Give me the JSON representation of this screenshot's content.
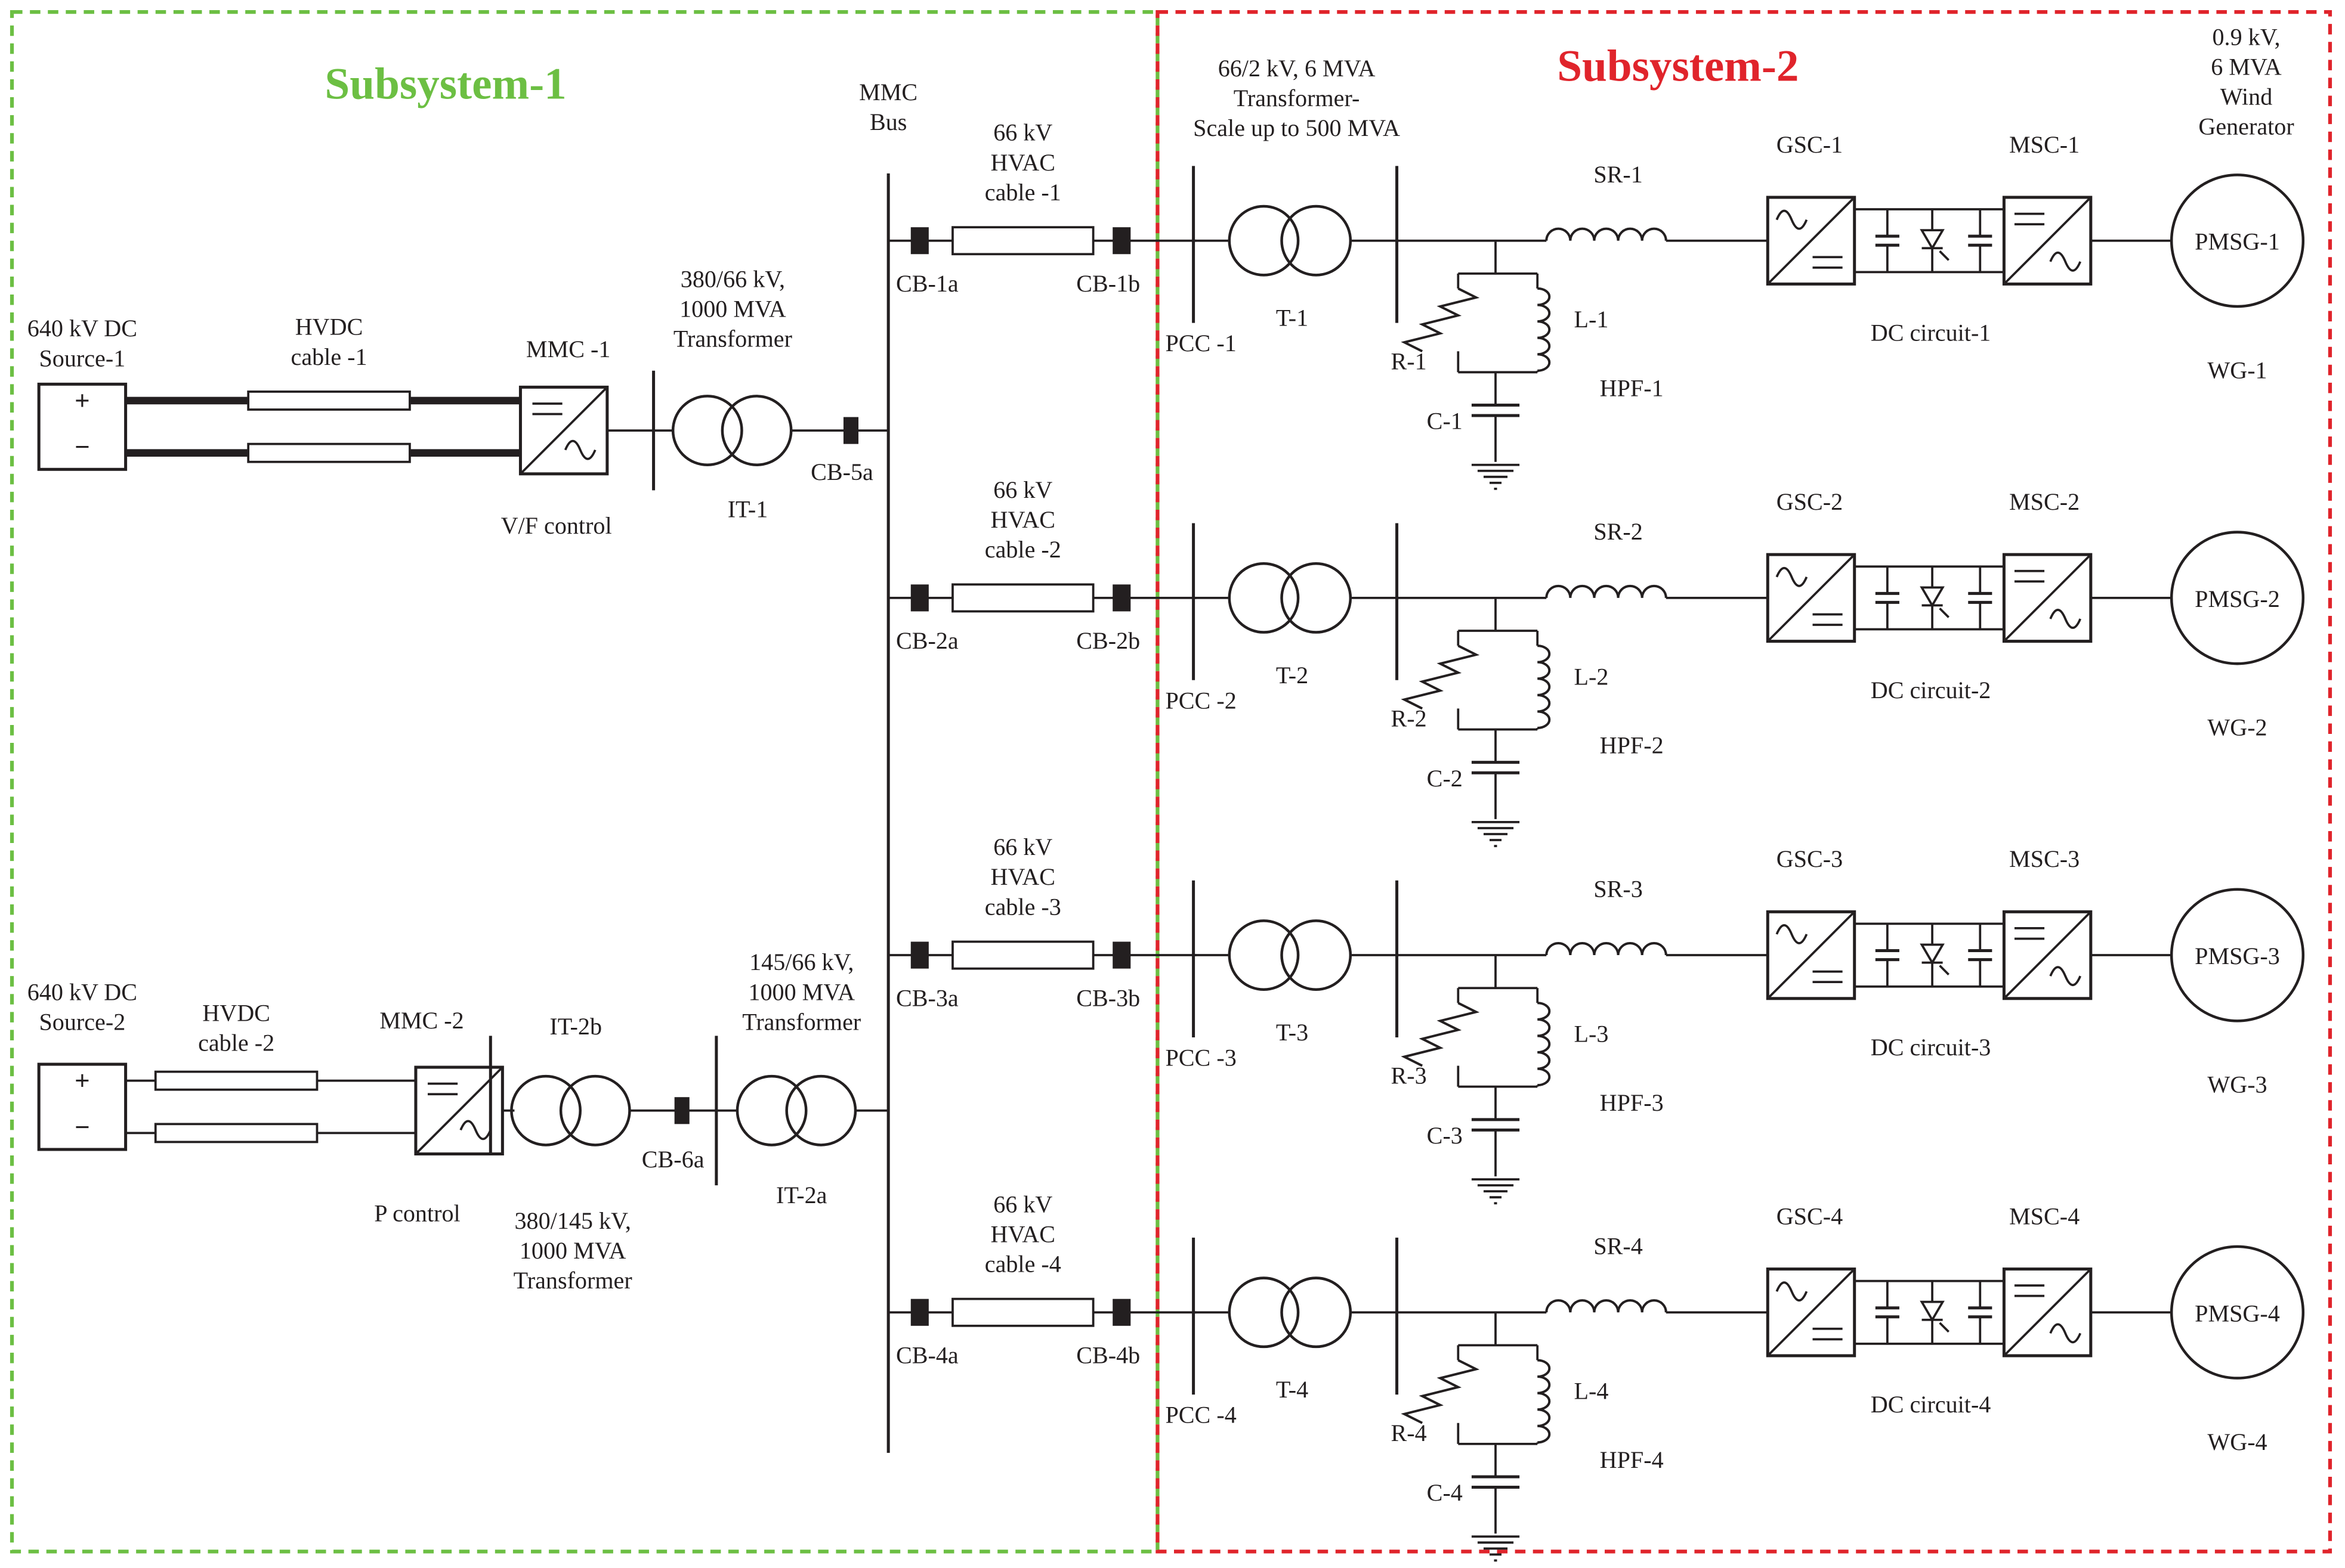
{
  "colors": {
    "subsystem1": "#6cbf43",
    "subsystem2": "#e0242b",
    "ink": "#231f20"
  },
  "titles": {
    "subsystem1": "Subsystem-1",
    "subsystem2": "Subsystem-2"
  },
  "mmc_bus": {
    "line1": "MMC",
    "line2": "Bus"
  },
  "sources": [
    {
      "line1": "640 kV DC",
      "line2": "Source-1",
      "plus": "+",
      "minus": "−"
    },
    {
      "line1": "640 kV DC",
      "line2": "Source-2",
      "plus": "+",
      "minus": "−"
    }
  ],
  "hvdc_cables": [
    {
      "line1": "HVDC",
      "line2": "cable -1"
    },
    {
      "line1": "HVDC",
      "line2": "cable -2"
    }
  ],
  "mmcs": [
    {
      "label": "MMC -1",
      "control": "V/F control"
    },
    {
      "label": "MMC -2",
      "control": "P control"
    }
  ],
  "transformers_s1": {
    "it1": {
      "label": "IT-1",
      "line1": "380/66 kV,",
      "line2": "1000 MVA",
      "line3": "Transformer"
    },
    "it2b": {
      "label": "IT-2b",
      "line1": "380/145 kV,",
      "line2": "1000 MVA",
      "line3": "Transformer"
    },
    "it2a": {
      "label": "IT-2a",
      "line1": "145/66 kV,",
      "line2": "1000 MVA",
      "line3": "Transformer"
    }
  },
  "breakers_s1": {
    "cb5a": "CB-5a",
    "cb6a": "CB-6a"
  },
  "subsystem2_header": {
    "transformer": {
      "line1": "66/2 kV, 6 MVA",
      "line2": "Transformer-",
      "line3": "Scale up to 500 MVA"
    },
    "generator": {
      "line1": "0.9 kV,",
      "line2": "6 MVA",
      "line3": "Wind",
      "line4": "Generator"
    }
  },
  "feeders": [
    {
      "hvac": [
        "66 kV",
        "HVAC",
        "cable -1"
      ],
      "cb_a": "CB-1a",
      "cb_b": "CB-1b",
      "pcc": "PCC -1",
      "t": "T-1",
      "sr": "SR-1",
      "r": "R-1",
      "l": "L-1",
      "c": "C-1",
      "hpf": "HPF-1",
      "gsc": "GSC-1",
      "msc": "MSC-1",
      "dc": "DC circuit-1",
      "pmsg": "PMSG-1",
      "wg": "WG-1"
    },
    {
      "hvac": [
        "66 kV",
        "HVAC",
        "cable -2"
      ],
      "cb_a": "CB-2a",
      "cb_b": "CB-2b",
      "pcc": "PCC -2",
      "t": "T-2",
      "sr": "SR-2",
      "r": "R-2",
      "l": "L-2",
      "c": "C-2",
      "hpf": "HPF-2",
      "gsc": "GSC-2",
      "msc": "MSC-2",
      "dc": "DC circuit-2",
      "pmsg": "PMSG-2",
      "wg": "WG-2"
    },
    {
      "hvac": [
        "66 kV",
        "HVAC",
        "cable -3"
      ],
      "cb_a": "CB-3a",
      "cb_b": "CB-3b",
      "pcc": "PCC -3",
      "t": "T-3",
      "sr": "SR-3",
      "r": "R-3",
      "l": "L-3",
      "c": "C-3",
      "hpf": "HPF-3",
      "gsc": "GSC-3",
      "msc": "MSC-3",
      "dc": "DC circuit-3",
      "pmsg": "PMSG-3",
      "wg": "WG-3"
    },
    {
      "hvac": [
        "66 kV",
        "HVAC",
        "cable -4"
      ],
      "cb_a": "CB-4a",
      "cb_b": "CB-4b",
      "pcc": "PCC -4",
      "t": "T-4",
      "sr": "SR-4",
      "r": "R-4",
      "l": "L-4",
      "c": "C-4",
      "hpf": "HPF-4",
      "gsc": "GSC-4",
      "msc": "MSC-4",
      "dc": "DC circuit-4",
      "pmsg": "PMSG-4",
      "wg": "WG-4"
    }
  ]
}
